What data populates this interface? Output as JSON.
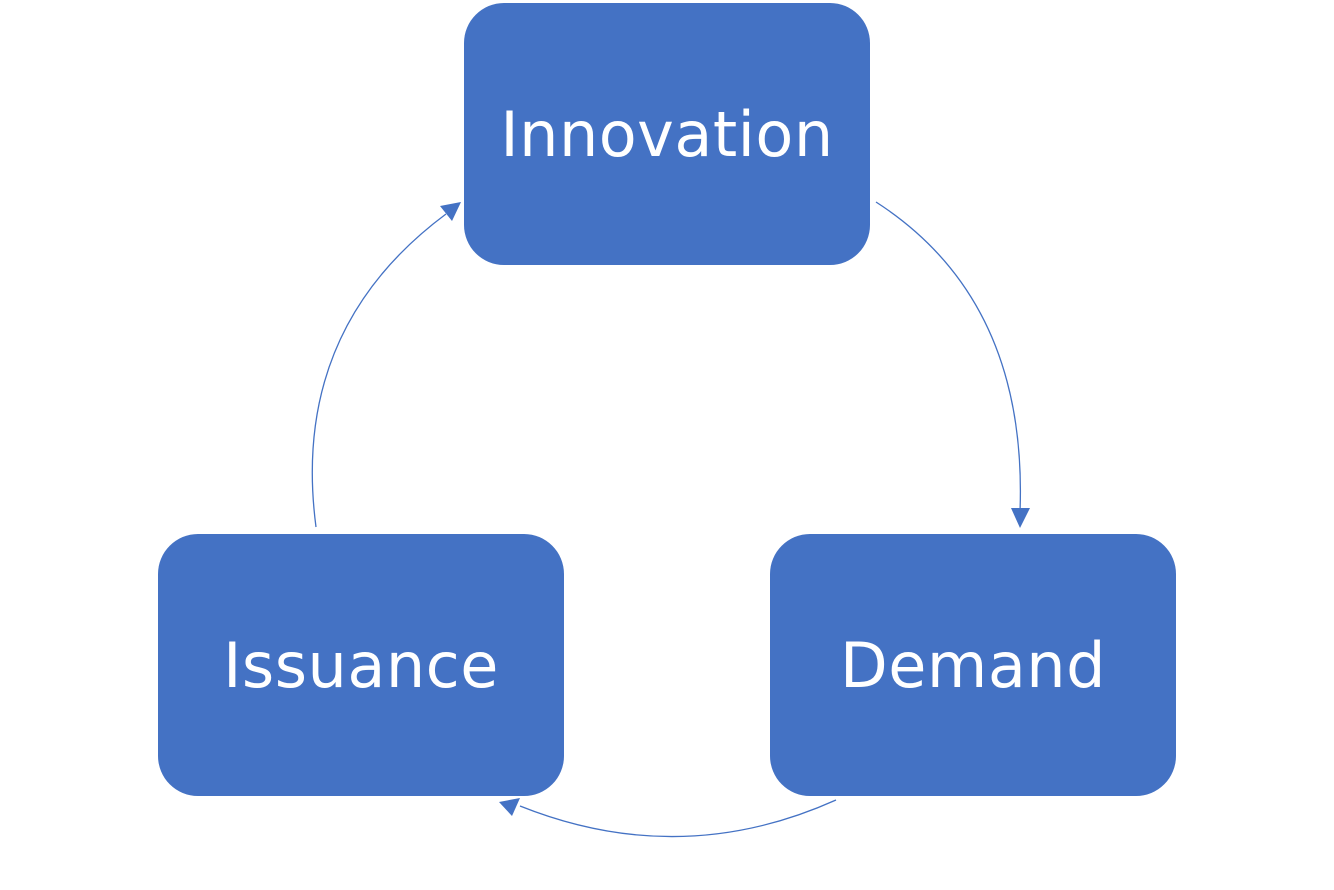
{
  "diagram": {
    "type": "cycle",
    "colors": {
      "node_fill": "#4472C4",
      "node_text": "#FFFFFF",
      "connector": "#4472C4",
      "background": "#FFFFFF"
    },
    "nodes": [
      {
        "id": "innovation",
        "label": "Innovation"
      },
      {
        "id": "demand",
        "label": "Demand"
      },
      {
        "id": "issuance",
        "label": "Issuance"
      }
    ],
    "edges": [
      {
        "from": "innovation",
        "to": "demand"
      },
      {
        "from": "demand",
        "to": "issuance"
      },
      {
        "from": "issuance",
        "to": "innovation"
      }
    ]
  }
}
